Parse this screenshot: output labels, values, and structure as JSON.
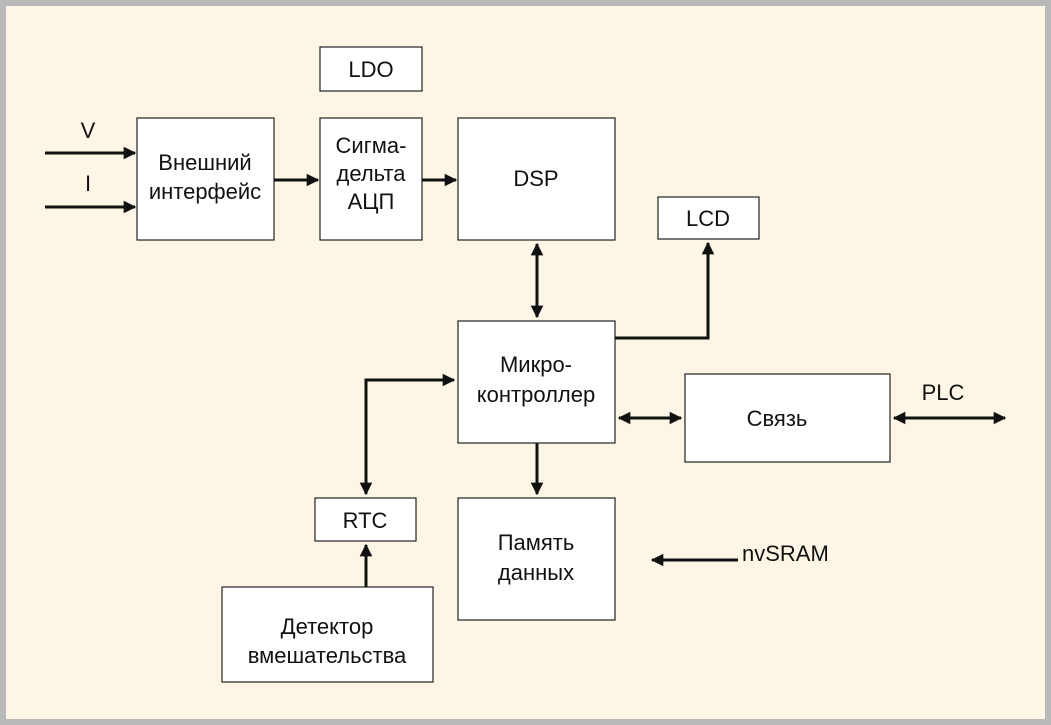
{
  "blocks": {
    "ldo": "LDO",
    "ext_interface": [
      "Внешний",
      "интерфейс"
    ],
    "sigma_delta_adc": [
      "Сигма-",
      "дельта",
      "АЦП"
    ],
    "dsp": "DSP",
    "lcd": "LCD",
    "microcontroller": [
      "Микро-",
      "контроллер"
    ],
    "comm": "Связь",
    "rtc": "RTC",
    "data_memory": [
      "Память",
      "данных"
    ],
    "tamper_detector": [
      "Детектор",
      "вмешательства"
    ]
  },
  "signals": {
    "v": "V",
    "i": "I",
    "plc": "PLC",
    "nvsram": "nvSRAM"
  }
}
